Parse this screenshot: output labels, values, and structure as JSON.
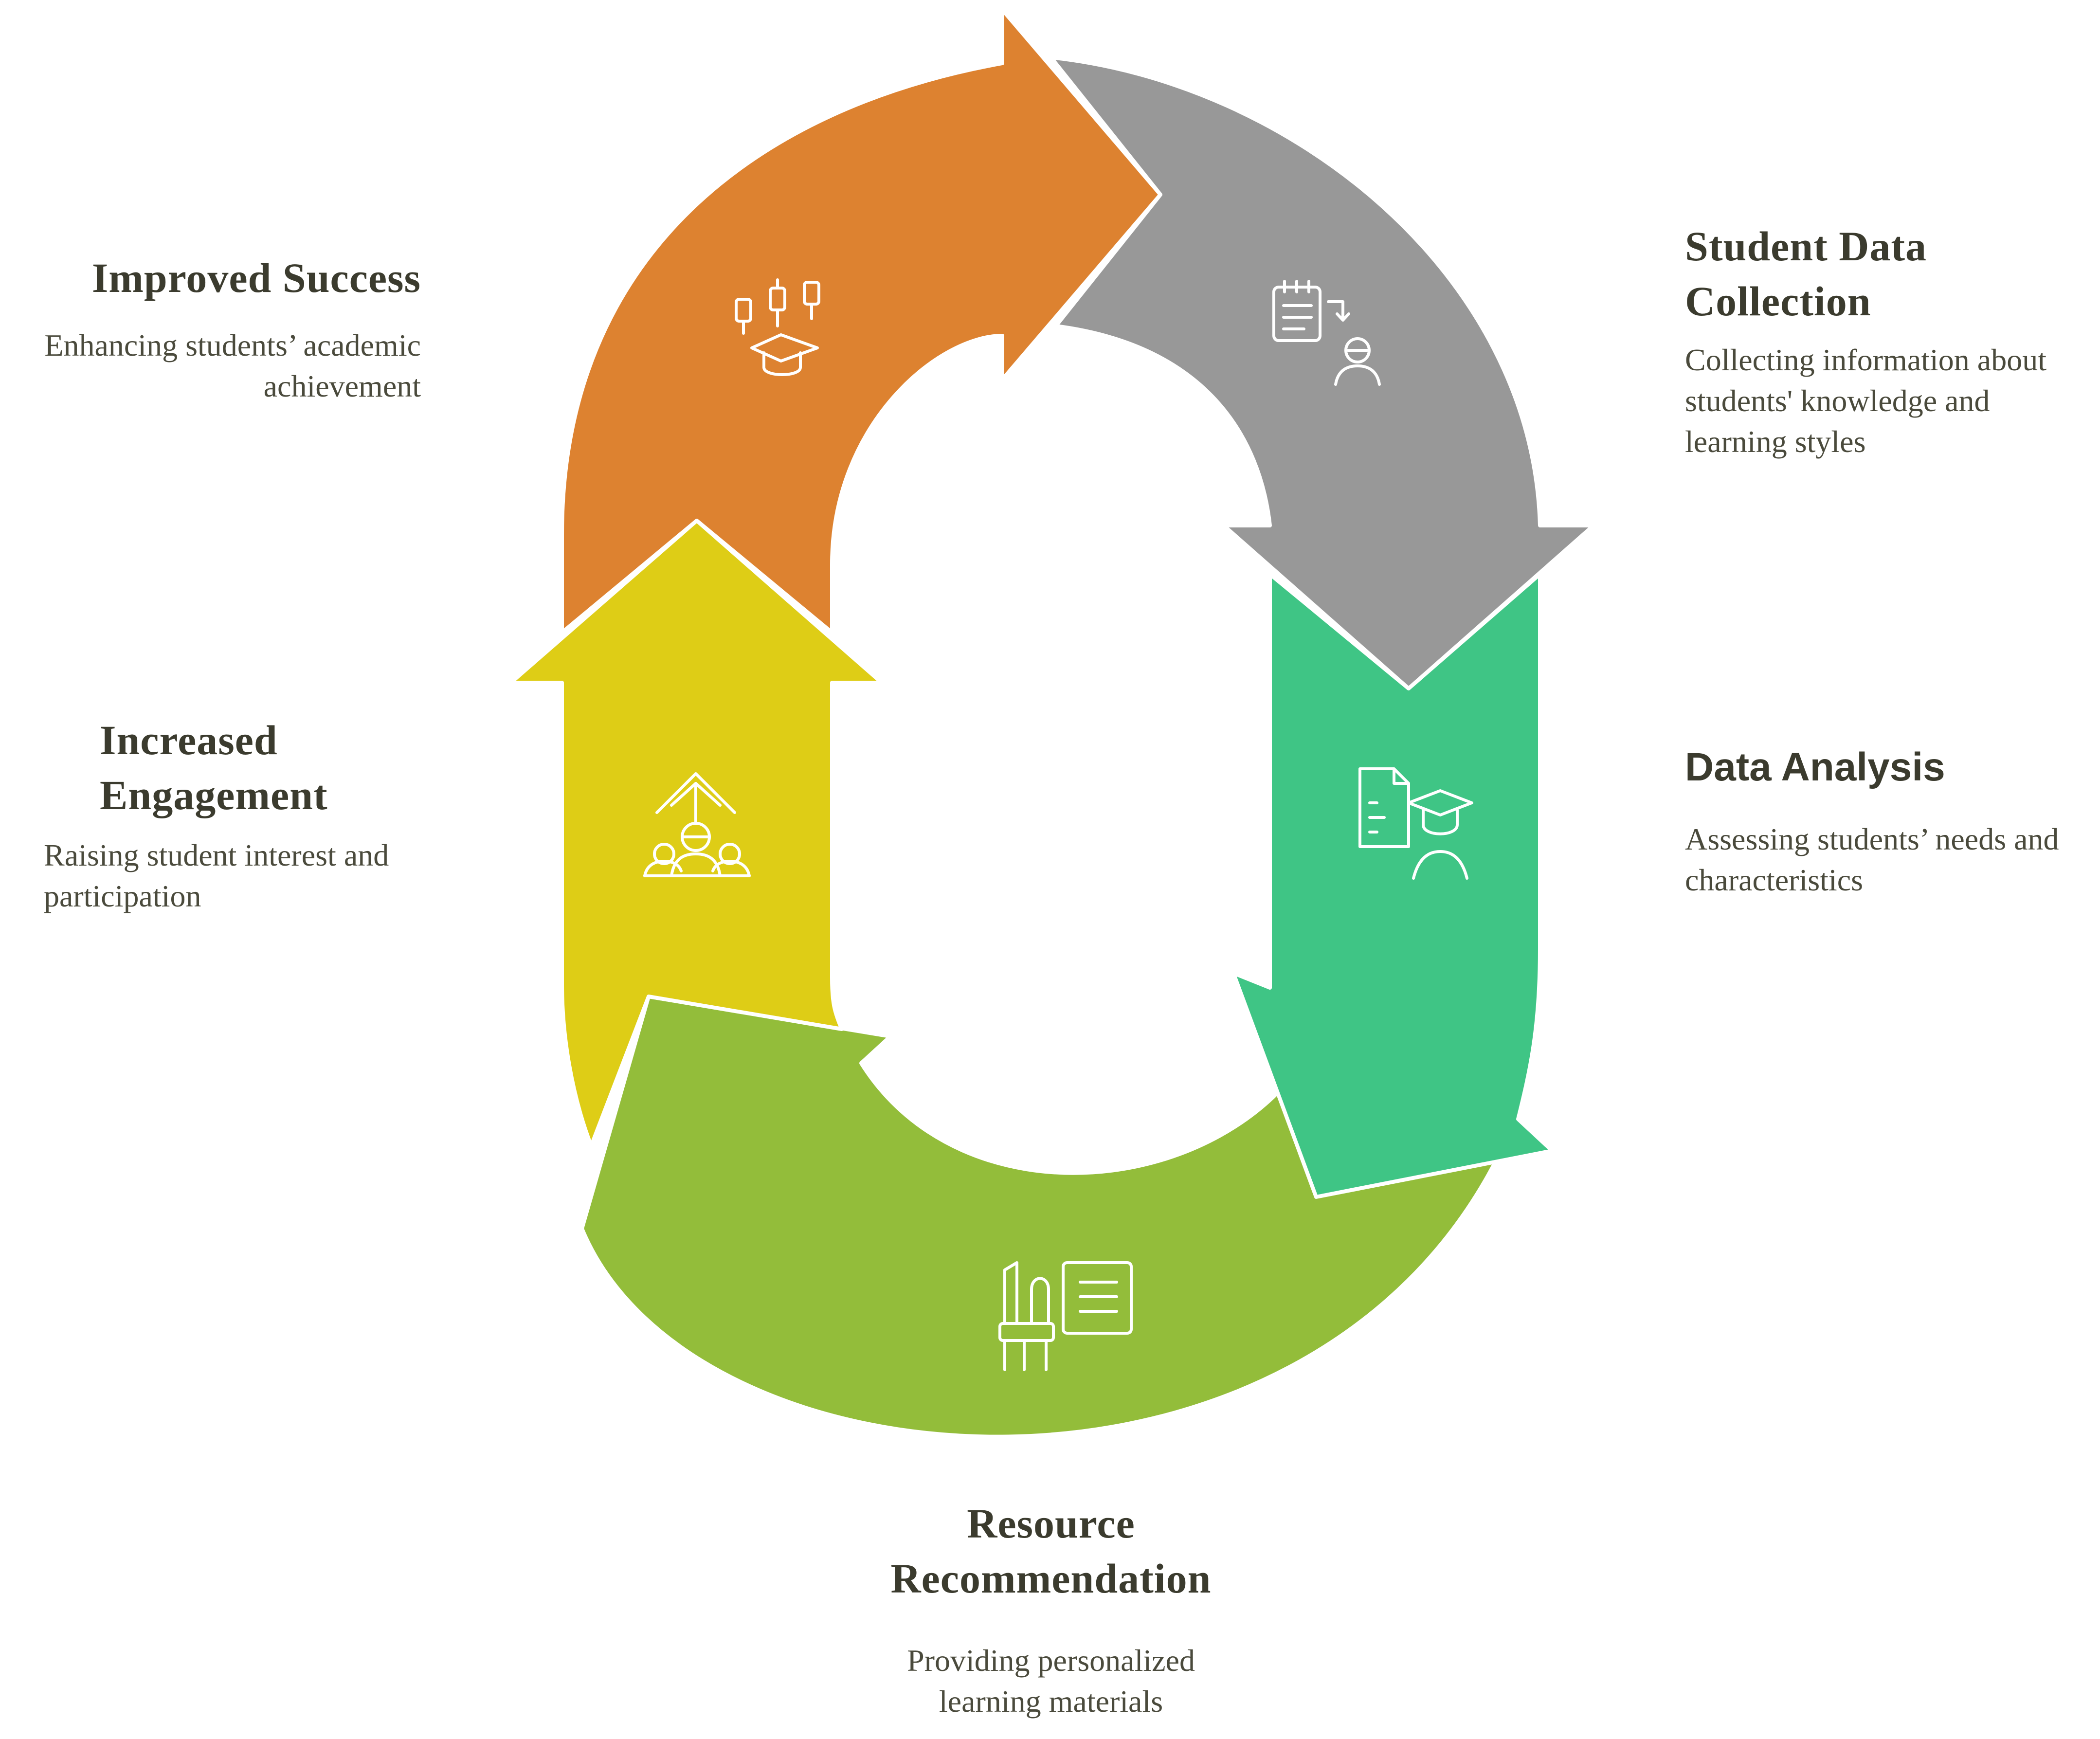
{
  "steps": [
    {
      "id": "student-data-collection",
      "title_lines": [
        "Student Data",
        "Collection"
      ],
      "description_lines": [
        "Collecting information about",
        "students' knowledge and",
        "learning styles"
      ],
      "color": "#989898",
      "icon": "checklist-student-icon"
    },
    {
      "id": "data-analysis",
      "title_lines": [
        "Data Analysis"
      ],
      "description_lines": [
        "Assessing students’ needs and",
        "characteristics"
      ],
      "color": "#3fc585",
      "icon": "document-graduate-icon"
    },
    {
      "id": "resource-recommendation",
      "title_lines": [
        "Resource",
        "Recommendation"
      ],
      "description_lines": [
        "Providing personalized",
        "learning materials"
      ],
      "color": "#93bd3a",
      "icon": "resources-icon"
    },
    {
      "id": "increased-engagement",
      "title_lines": [
        "Increased",
        "Engagement"
      ],
      "description_lines": [
        "Raising student interest and",
        "participation"
      ],
      "color": "#decd16",
      "icon": "group-growth-icon"
    },
    {
      "id": "improved-success",
      "title_lines": [
        "Improved Success"
      ],
      "description_lines": [
        "Enhancing students’ academic",
        "achievement"
      ],
      "color": "#dd8230",
      "icon": "graduation-chart-icon"
    }
  ]
}
